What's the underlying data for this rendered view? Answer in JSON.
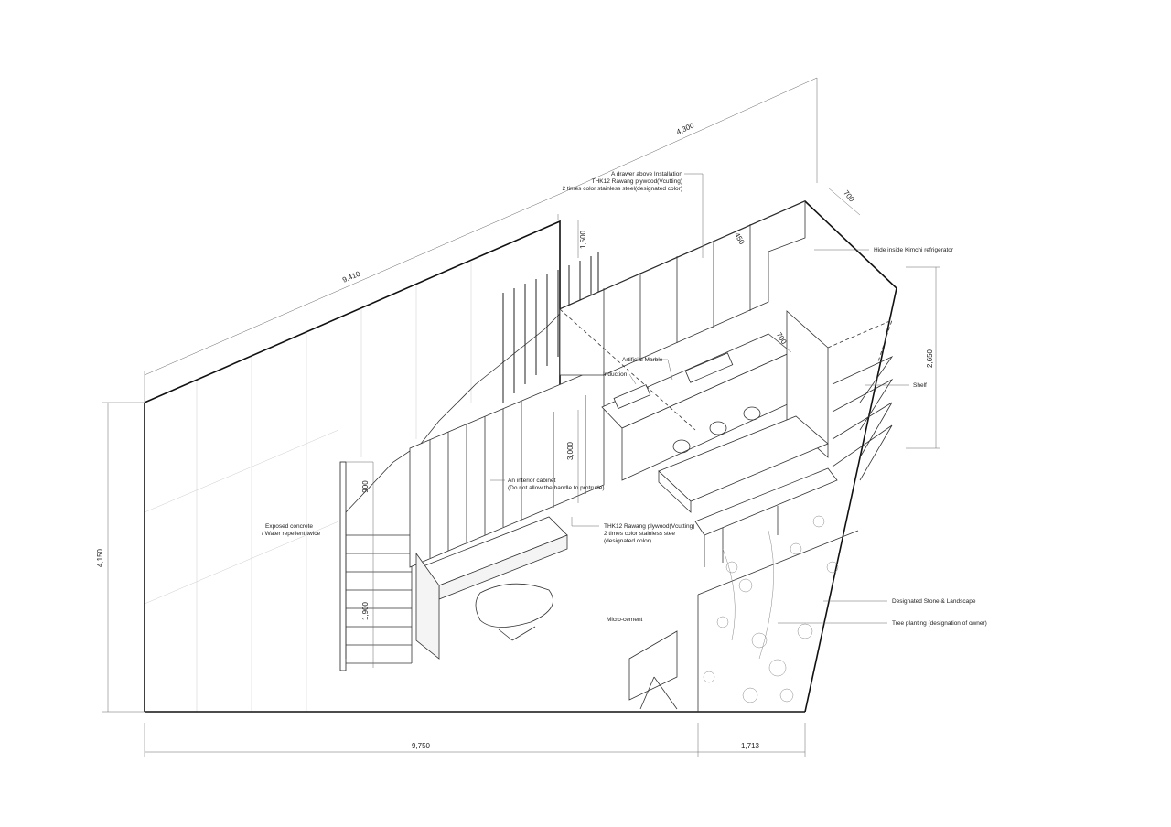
{
  "dimensions": {
    "top_left_length": "9,410",
    "top_right_length": "4,300",
    "left_height": "4,150",
    "bottom_main": "9,750",
    "bottom_side": "1,713",
    "right_height": "2,650",
    "corner_depth": "700",
    "upper_cabinet_depth": "450",
    "counter_depth": "700",
    "rail_height": "1,500",
    "wall_height": "3,000",
    "stair_upper": "900",
    "stair_lower": "1,900"
  },
  "notes": {
    "drawer": [
      "A drawer above Installation",
      "THK12 Rawang plywood(Vcutting)",
      "2 times color stainless steel(designated color)"
    ],
    "kimchi": "Hide inside Kimchi refrigerator",
    "shelf": "Shelf",
    "marble": "Artificial Marble",
    "induction": "Induction",
    "cabinet": [
      "An interior cabinet",
      "(Do not allow the handle to protrude)"
    ],
    "plywood": [
      "THK12 Rawang plywood(Vcutting)",
      "2 times color stainless stee",
      "(designated color)"
    ],
    "concrete": [
      "Exposed concrete",
      "/ Water repellent twice"
    ],
    "floor": "Micro-cement",
    "stone": "Designated Stone & Landscape",
    "tree": "Tree planting (designation of owner)"
  }
}
